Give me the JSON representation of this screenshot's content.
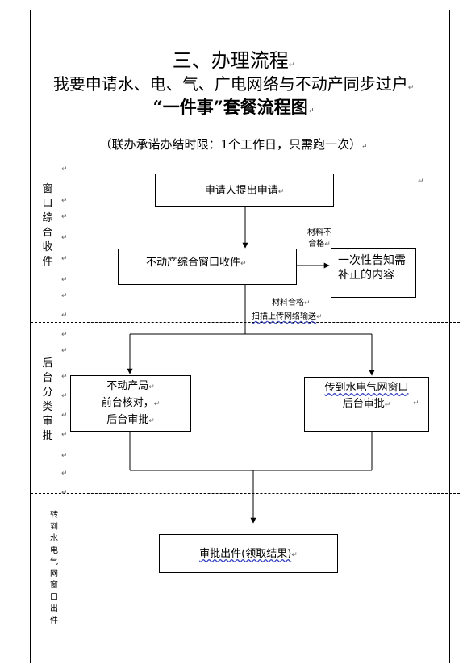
{
  "title": {
    "line1": "三、办理流程",
    "line2": "我要申请水、电、气、广电网络与不动产同步过户",
    "line3": "“一件事”套餐流程图"
  },
  "subtitle": "（联办承诺办结时限：1个工作日，只需跑一次）",
  "sections": {
    "window_intake": "窗口综合收件",
    "backend_review": "后台分类审批",
    "transfer_issue": "转到水电气网窗口出件"
  },
  "boxes": {
    "apply": "申请人提出申请",
    "intake": "不动产综合窗口收件",
    "notify": "一次性告知需补正的内容",
    "realestate_review": [
      "不动产局",
      "前台核对，",
      "后台审批"
    ],
    "utility_review": [
      "传到水电气网窗口",
      "后台审批"
    ],
    "issue": "审批出件(领取结果)"
  },
  "labels": {
    "material_fail": [
      "材料不",
      "合格"
    ],
    "material_pass": "材料合格",
    "scan_upload": "扫描上传网络输送"
  },
  "paragraph_mark": "↵"
}
